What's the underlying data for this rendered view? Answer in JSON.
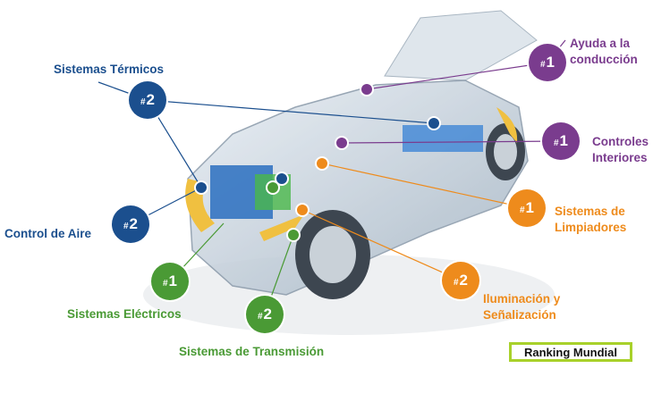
{
  "title_box": "Ranking Mundial",
  "colors": {
    "blue": "#1b4f8e",
    "purple": "#7a3c8e",
    "orange": "#ee8b1c",
    "green": "#4a9a35",
    "ranking_border": "#a8d12a"
  },
  "systems": [
    {
      "name": "Sistemas Térmicos",
      "rank": "2",
      "color": "blue"
    },
    {
      "name": "Control de Aire",
      "rank": "2",
      "color": "blue"
    },
    {
      "name": "Sistemas Eléctricos",
      "rank": "1",
      "color": "green"
    },
    {
      "name": "Sistemas de Transmisión",
      "rank": "2",
      "color": "green"
    },
    {
      "name_line1": "Ayuda a la",
      "name_line2": "conducción",
      "rank": "1",
      "color": "purple"
    },
    {
      "name_line1": "Controles",
      "name_line2": "Interiores",
      "rank": "1",
      "color": "purple"
    },
    {
      "name_line1": "Sistemas de",
      "name_line2": "Limpiadores",
      "rank": "1",
      "color": "orange"
    },
    {
      "name_line1": "Iluminación y",
      "name_line2": "Señalización",
      "rank": "2",
      "color": "orange"
    }
  ],
  "hash": "#"
}
